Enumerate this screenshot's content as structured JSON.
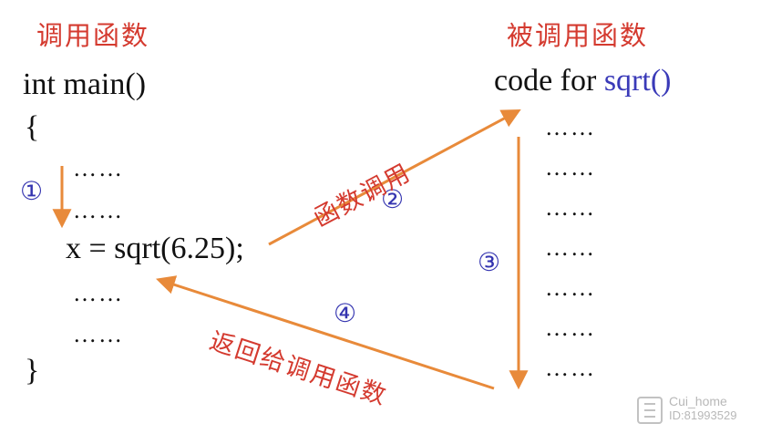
{
  "left": {
    "title": "调用函数",
    "main_decl": "int main()",
    "open_brace": "{",
    "dots1": "……",
    "dots2": "……",
    "call_stmt": "x = sqrt(6.25);",
    "dots3": "……",
    "dots4": "……",
    "close_brace": "}"
  },
  "right": {
    "title": "被调用函数",
    "code_prefix": "code for ",
    "code_fn": "sqrt()",
    "dots": [
      "……",
      "……",
      "……",
      "……",
      "……",
      "……",
      "……"
    ]
  },
  "steps": {
    "step1": "①",
    "step2": "②",
    "step3": "③",
    "step4": "④"
  },
  "labels": {
    "call": "函数调用",
    "return": "返回给调用函数"
  },
  "watermark": {
    "name": "Cui_home",
    "id": "ID:81993529"
  },
  "colors": {
    "arrow": "#e88a3a",
    "title": "#d43a2f",
    "step_number": "#3434b0",
    "function_name": "#3a3ab8"
  }
}
